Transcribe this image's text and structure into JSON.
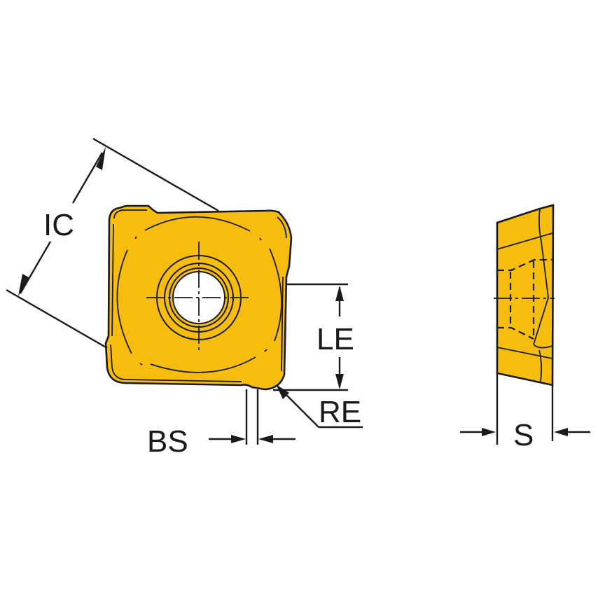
{
  "diagram": {
    "subject": "square indexable milling insert",
    "colors": {
      "insert_fill": "#f6bd0f",
      "line": "#1a1a1a",
      "background": "#ffffff"
    },
    "views": {
      "top_view": {
        "dimensions": {
          "ic": "IC",
          "le": "LE",
          "re": "RE",
          "bs": "BS"
        }
      },
      "side_view": {
        "dimensions": {
          "s": "S"
        }
      }
    }
  }
}
